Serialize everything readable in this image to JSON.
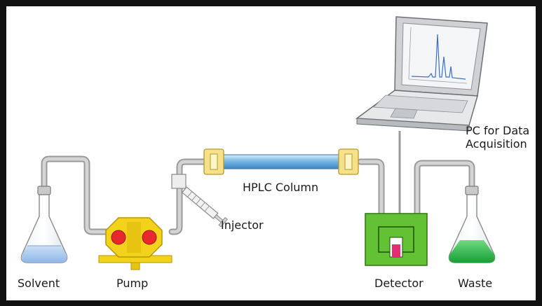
{
  "labels": {
    "solvent": "Solvent",
    "pump": "Pump",
    "injector": "Injector",
    "column": "HPLC Column",
    "detector": "Detector",
    "waste": "Waste",
    "pc_line1": "PC for Data",
    "pc_line2": "Acquisition"
  },
  "colors": {
    "tubing": "#b5b5b5",
    "solvent_liquid": "#a9c8ec",
    "waste_liquid": "#2fb84a",
    "pump_body": "#f2d21a",
    "pump_heads": "#e8282d",
    "column": "#79b8e6",
    "column_fittings": "#f6e18a",
    "detector": "#62c234",
    "detector_cell": "#e52d74",
    "frame": "#111111"
  }
}
